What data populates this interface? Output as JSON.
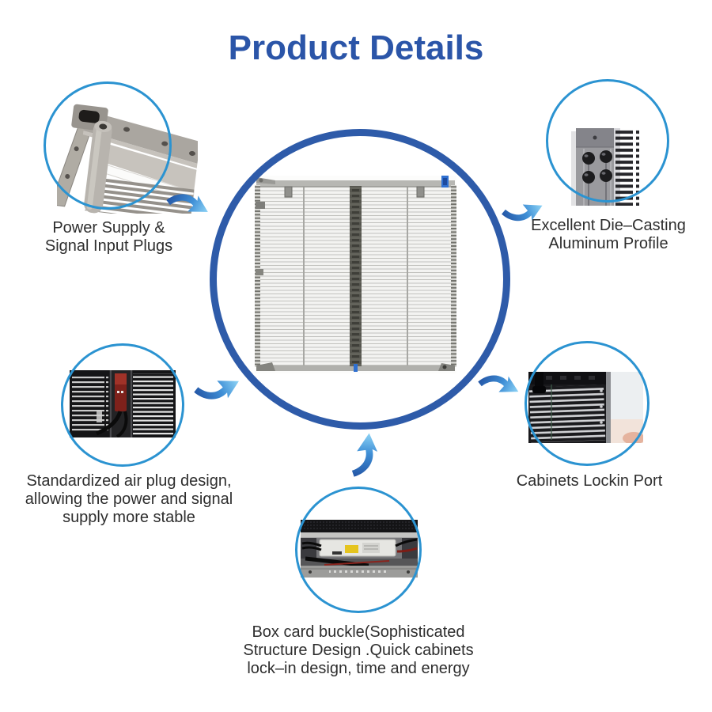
{
  "title": "Product Details",
  "colors": {
    "title_blue": "#2b55a8",
    "central_ring_blue": "#2e5ba9",
    "callout_ring_blue": "#2b93d1",
    "arrow_dark_blue": "#2456a6",
    "arrow_light_blue": "#8ed4f6",
    "label_text": "#2e2e2e",
    "background": "#ffffff"
  },
  "central": {
    "photo": "transparent-led-display-panel"
  },
  "callouts": [
    {
      "id": "power-supply",
      "photo": "aluminum-frame-corner-with-heatsink",
      "lines": [
        "Power Supply &",
        "Signal Input Plugs"
      ]
    },
    {
      "id": "die-casting",
      "photo": "die-cast-aluminum-profile",
      "lines": [
        "Excellent Die–Casting",
        "Aluminum Profile"
      ]
    },
    {
      "id": "air-plug",
      "photo": "air-plug-connector-between-led-strips",
      "lines": [
        "Standardized air plug design,",
        "allowing the power and signal",
        "supply more stable"
      ]
    },
    {
      "id": "lockin-port",
      "photo": "cabinet-lockin-port",
      "lines": [
        "Cabinets Lockin Port"
      ]
    },
    {
      "id": "box-card",
      "photo": "box-card-buckle-power-supply",
      "lines": [
        "Box card buckle(Sophisticated",
        "Structure Design .Quick cabinets",
        "lock–in design, time and energy"
      ]
    }
  ],
  "arrows": [
    {
      "name": "curved-arrow-icon",
      "from": "power-supply",
      "direction": "down-right"
    },
    {
      "name": "curved-arrow-icon",
      "from": "die-casting",
      "direction": "up-right"
    },
    {
      "name": "curved-arrow-icon",
      "from": "air-plug",
      "direction": "up-right"
    },
    {
      "name": "curved-arrow-icon",
      "from": "lockin-port",
      "direction": "down-right"
    },
    {
      "name": "curved-arrow-icon",
      "from": "box-card",
      "direction": "up"
    }
  ]
}
